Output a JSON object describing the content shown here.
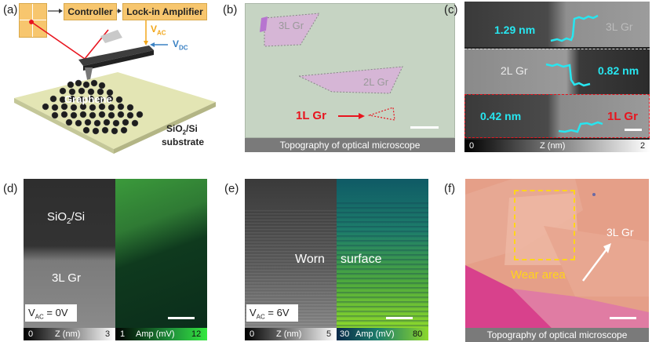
{
  "panels": {
    "a": {
      "label": "(a)",
      "controller": "Controller",
      "lockin": "Lock-in Amplifier",
      "vac_main": "V",
      "vac_sub": "AC",
      "vdc_main": "V",
      "vdc_sub": "DC",
      "graphene": "Graphene",
      "substrate_line1_pre": "SiO",
      "substrate_line1_sub": "2",
      "substrate_line1_post": "/Si",
      "substrate_line2": "substrate"
    },
    "b": {
      "label": "(b)",
      "l3": "3L Gr",
      "l2": "2L Gr",
      "l1": "1L Gr",
      "caption": "Topography of optical microscope"
    },
    "c": {
      "label": "(c)",
      "row1_height": "1.29 nm",
      "row1_layer": "3L Gr",
      "row2_layer": "2L Gr",
      "row2_height": "0.82 nm",
      "row3_height": "0.42 nm",
      "row3_layer": "1L Gr",
      "cbar_min": "0",
      "cbar_label": "Z (nm)",
      "cbar_max": "2"
    },
    "d": {
      "label": "(d)",
      "sio2_pre": "SiO",
      "sio2_sub": "2",
      "sio2_post": "/Si",
      "l3": "3L Gr",
      "vac_pre": "V",
      "vac_sub": "AC",
      "vac_post": " = 0V",
      "z_min": "0",
      "z_label": "Z (nm)",
      "z_max": "3",
      "amp_min": "1",
      "amp_label": "Amp (mV)",
      "amp_max": "12"
    },
    "e": {
      "label": "(e)",
      "worn": "Worn",
      "surface": "surface",
      "vac_pre": "V",
      "vac_sub": "AC",
      "vac_post": " = 6V",
      "z_min": "0",
      "z_label": "Z (nm)",
      "z_max": "5",
      "amp_min": "30",
      "amp_label": "Amp (mV)",
      "amp_max": "80"
    },
    "f": {
      "label": "(f)",
      "l3": "3L Gr",
      "wear": "Wear area",
      "caption": "Topography of optical microscope"
    }
  },
  "colors": {
    "orange_box": "#f7c66e",
    "cyan": "#27e6f0",
    "red": "#e8141e",
    "yellow": "#ffd51a",
    "sage": "#c6d4c3"
  }
}
